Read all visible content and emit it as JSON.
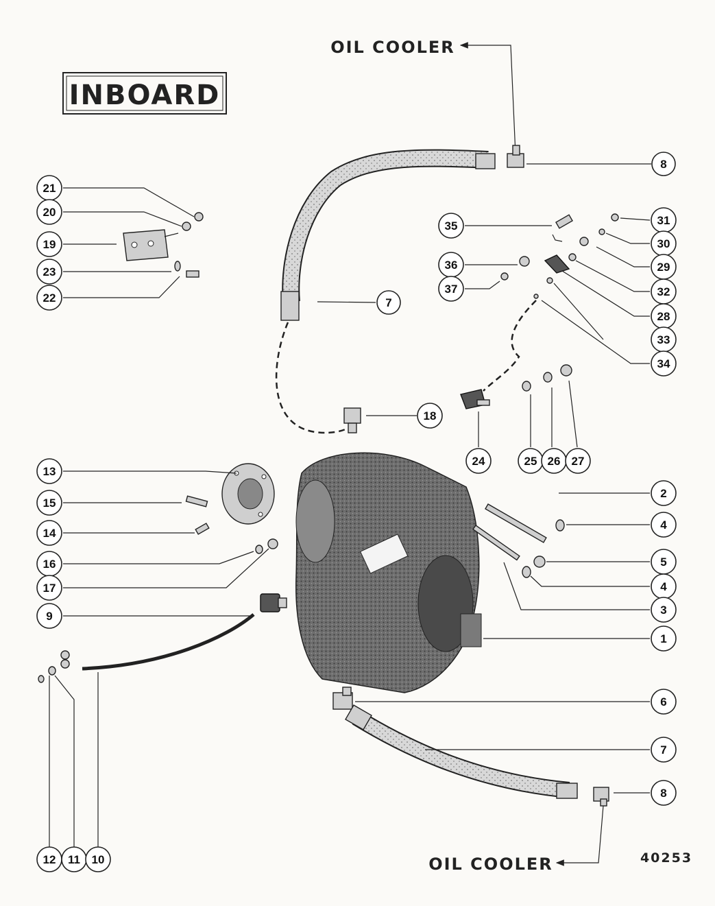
{
  "header": {
    "badge": "INBOARD",
    "oil_cooler_top": "OIL COOLER",
    "oil_cooler_bottom": "OIL COOLER",
    "figure_number": "40253"
  },
  "callouts": [
    {
      "key": "c8a",
      "label": "8"
    },
    {
      "key": "c21",
      "label": "21"
    },
    {
      "key": "c20",
      "label": "20"
    },
    {
      "key": "c19",
      "label": "19"
    },
    {
      "key": "c23",
      "label": "23"
    },
    {
      "key": "c22",
      "label": "22"
    },
    {
      "key": "c35",
      "label": "35"
    },
    {
      "key": "c31",
      "label": "31"
    },
    {
      "key": "c30",
      "label": "30"
    },
    {
      "key": "c29",
      "label": "29"
    },
    {
      "key": "c36",
      "label": "36"
    },
    {
      "key": "c37",
      "label": "37"
    },
    {
      "key": "c32",
      "label": "32"
    },
    {
      "key": "c28",
      "label": "28"
    },
    {
      "key": "c7a",
      "label": "7"
    },
    {
      "key": "c33",
      "label": "33"
    },
    {
      "key": "c34",
      "label": "34"
    },
    {
      "key": "c18",
      "label": "18"
    },
    {
      "key": "c24",
      "label": "24"
    },
    {
      "key": "c25",
      "label": "25"
    },
    {
      "key": "c26",
      "label": "26"
    },
    {
      "key": "c27",
      "label": "27"
    },
    {
      "key": "c13",
      "label": "13"
    },
    {
      "key": "c15",
      "label": "15"
    },
    {
      "key": "c14",
      "label": "14"
    },
    {
      "key": "c16",
      "label": "16"
    },
    {
      "key": "c17",
      "label": "17"
    },
    {
      "key": "c9",
      "label": "9"
    },
    {
      "key": "c2",
      "label": "2"
    },
    {
      "key": "c4a",
      "label": "4"
    },
    {
      "key": "c5",
      "label": "5"
    },
    {
      "key": "c4b",
      "label": "4"
    },
    {
      "key": "c3",
      "label": "3"
    },
    {
      "key": "c1",
      "label": "1"
    },
    {
      "key": "c6",
      "label": "6"
    },
    {
      "key": "c7b",
      "label": "7"
    },
    {
      "key": "c8b",
      "label": "8"
    },
    {
      "key": "c12",
      "label": "12"
    },
    {
      "key": "c11",
      "label": "11"
    },
    {
      "key": "c10",
      "label": "10"
    }
  ]
}
